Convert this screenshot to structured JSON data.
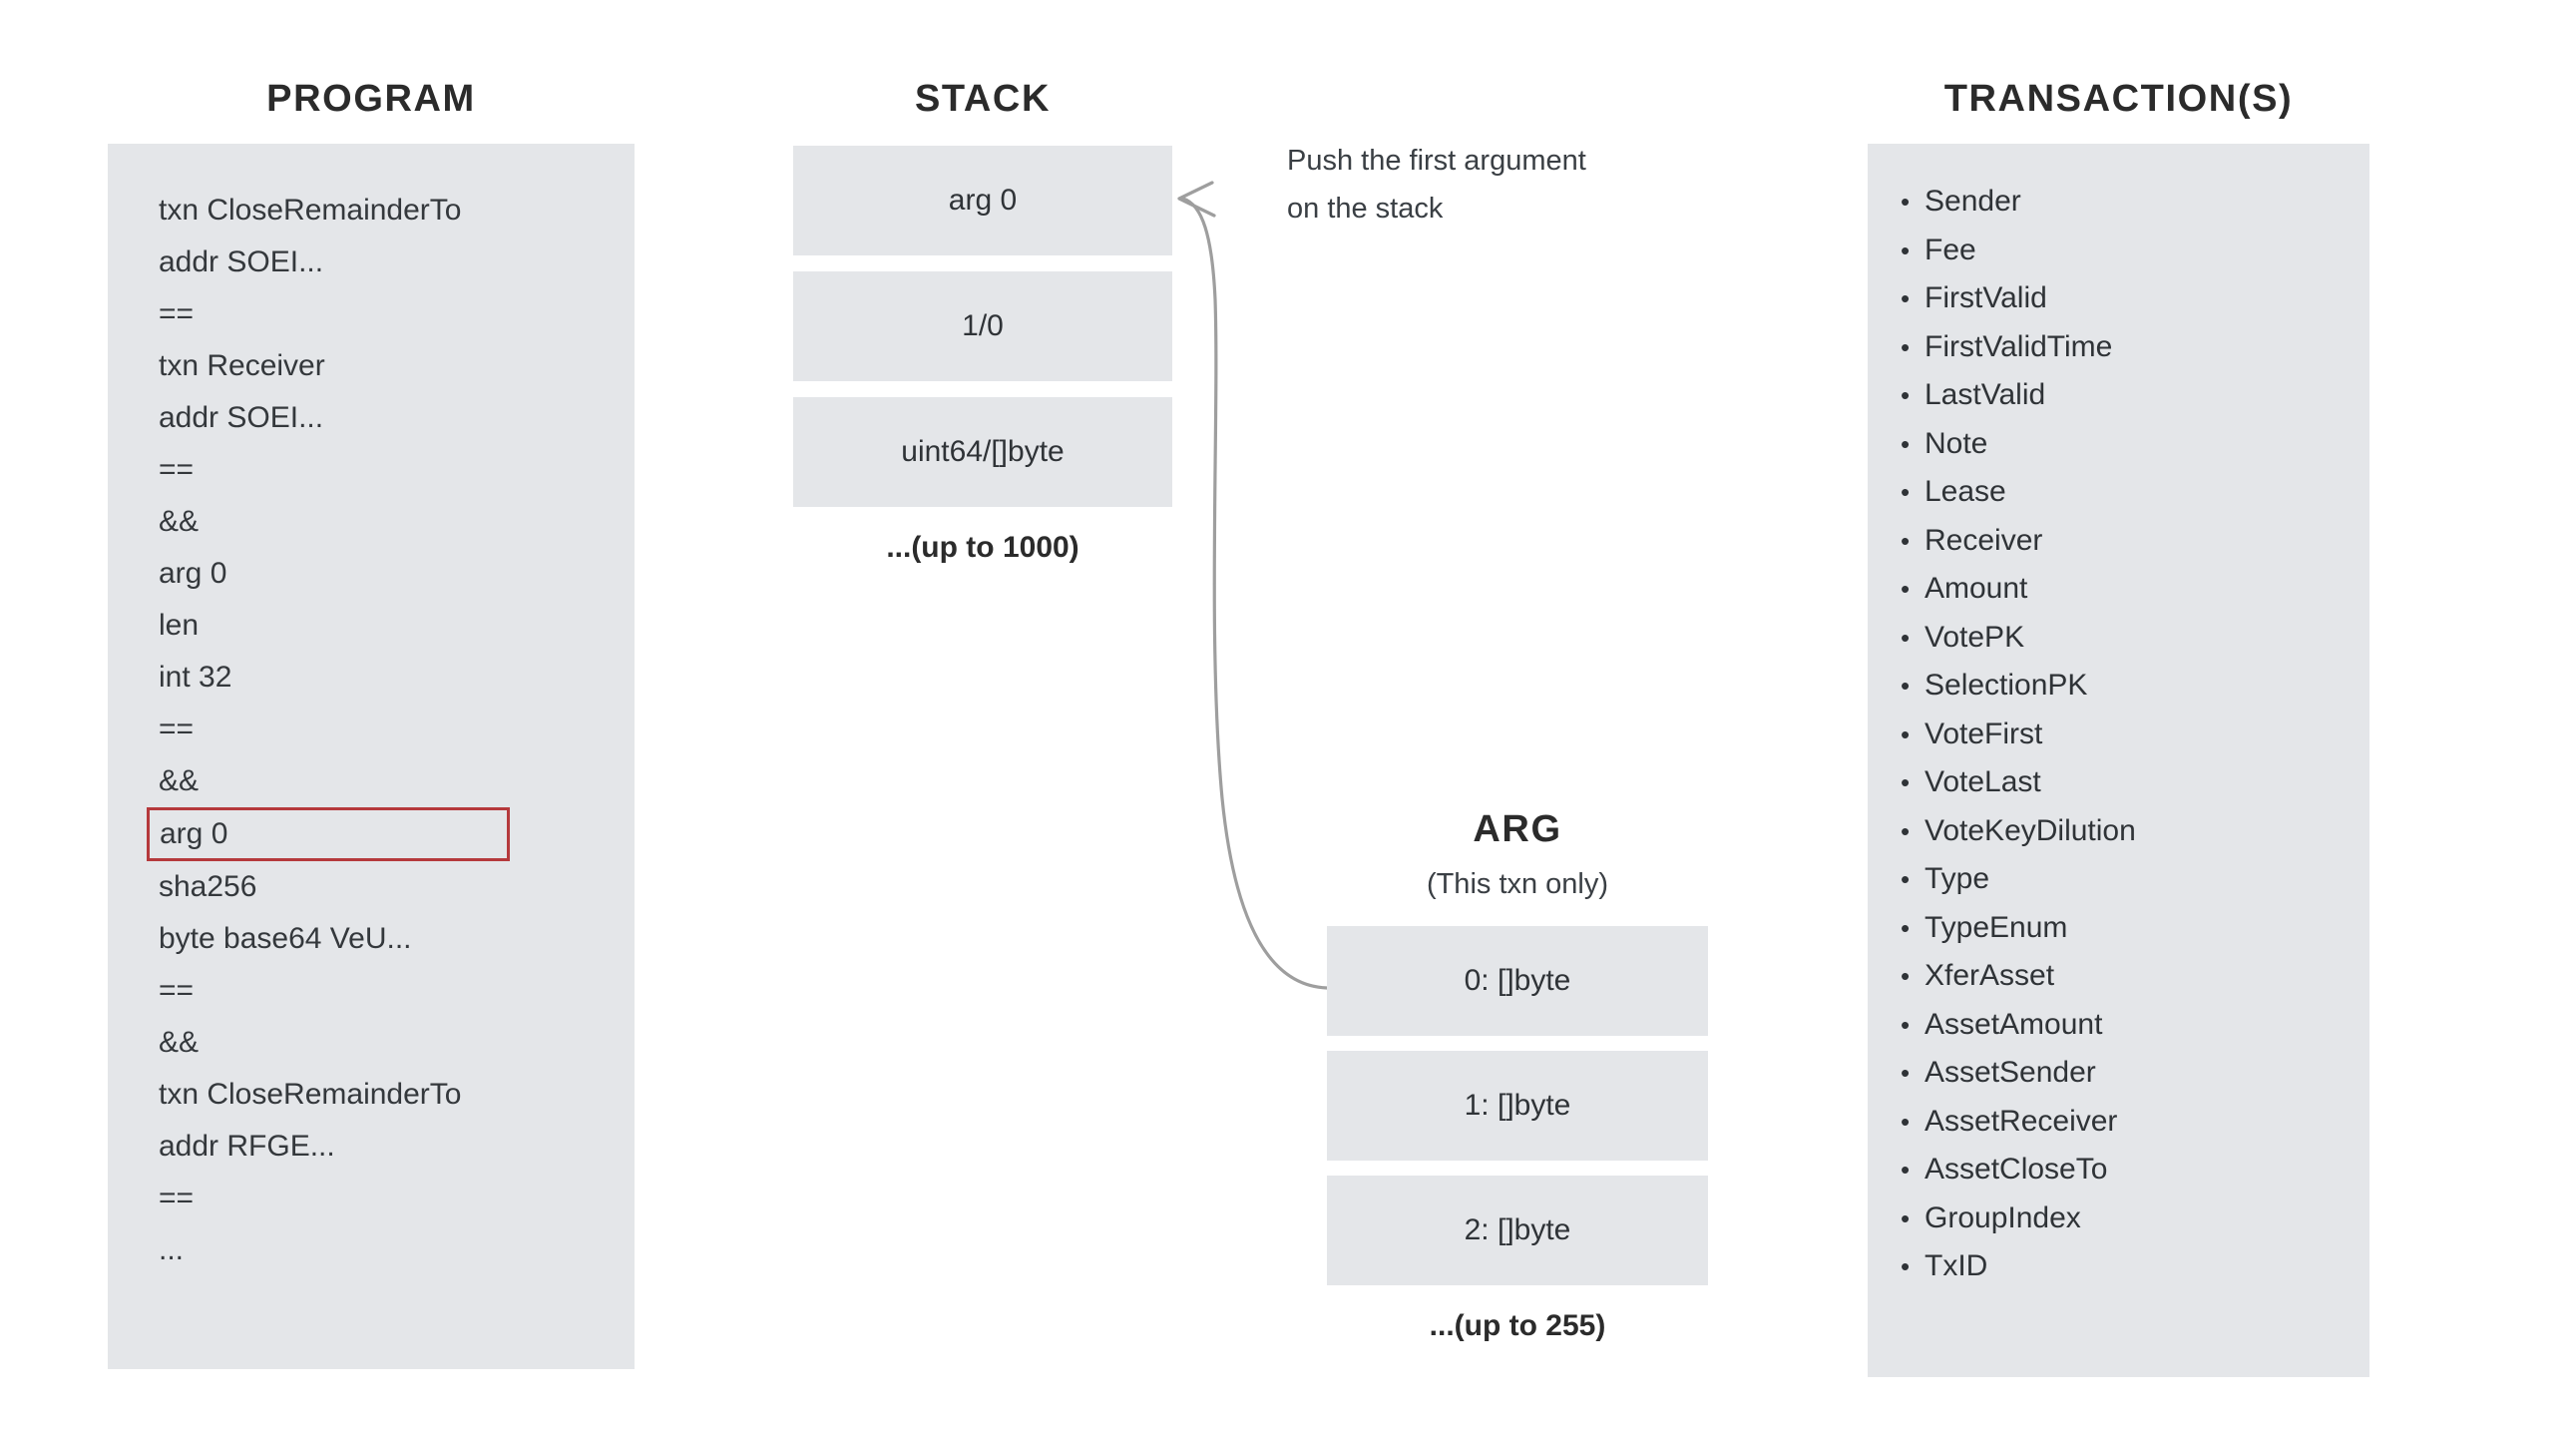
{
  "program": {
    "title": "PROGRAM",
    "lines": [
      {
        "text": "txn CloseRemainderTo",
        "highlighted": false
      },
      {
        "text": "addr SOEI...",
        "highlighted": false
      },
      {
        "text": "==",
        "highlighted": false
      },
      {
        "text": "txn Receiver",
        "highlighted": false
      },
      {
        "text": "addr SOEI...",
        "highlighted": false
      },
      {
        "text": "==",
        "highlighted": false
      },
      {
        "text": "&&",
        "highlighted": false
      },
      {
        "text": "arg 0",
        "highlighted": false
      },
      {
        "text": "len",
        "highlighted": false
      },
      {
        "text": "int 32",
        "highlighted": false
      },
      {
        "text": "==",
        "highlighted": false
      },
      {
        "text": "&&",
        "highlighted": false
      },
      {
        "text": "arg 0",
        "highlighted": true
      },
      {
        "text": "sha256",
        "highlighted": false
      },
      {
        "text": "byte base64 VeU...",
        "highlighted": false
      },
      {
        "text": "==",
        "highlighted": false
      },
      {
        "text": "&&",
        "highlighted": false
      },
      {
        "text": "txn CloseRemainderTo",
        "highlighted": false
      },
      {
        "text": "addr RFGE...",
        "highlighted": false
      },
      {
        "text": "==",
        "highlighted": false
      },
      {
        "text": "...",
        "highlighted": false
      }
    ]
  },
  "stack": {
    "title": "STACK",
    "cells": [
      {
        "label": "arg 0"
      },
      {
        "label": "1/0"
      },
      {
        "label": "uint64/[]byte"
      }
    ],
    "caption": "...(up to 1000)"
  },
  "note": {
    "line1": "Push the first argument",
    "line2": "on the stack"
  },
  "arg": {
    "title": "ARG",
    "subtitle": "(This txn only)",
    "cells": [
      {
        "label": "0: []byte"
      },
      {
        "label": "1: []byte"
      },
      {
        "label": "2: []byte"
      }
    ],
    "caption": "...(up to 255)"
  },
  "transactions": {
    "title": "TRANSACTION(S)",
    "bullet": "•",
    "fields": [
      "Sender",
      "Fee",
      "FirstValid",
      "FirstValidTime",
      "LastValid",
      "Note",
      "Lease",
      "Receiver",
      "Amount",
      "VotePK",
      "SelectionPK",
      "VoteFirst",
      "VoteLast",
      "VoteKeyDilution",
      "Type",
      "TypeEnum",
      "XferAsset",
      "AssetAmount",
      "AssetSender",
      "AssetReceiver",
      "AssetCloseTo",
      "GroupIndex",
      "TxID"
    ]
  },
  "colors": {
    "panel_gray": "#e4e6e9",
    "highlight_red": "#b5393c",
    "text_dark": "#2f3337",
    "connector_gray": "#9a9a9a"
  }
}
